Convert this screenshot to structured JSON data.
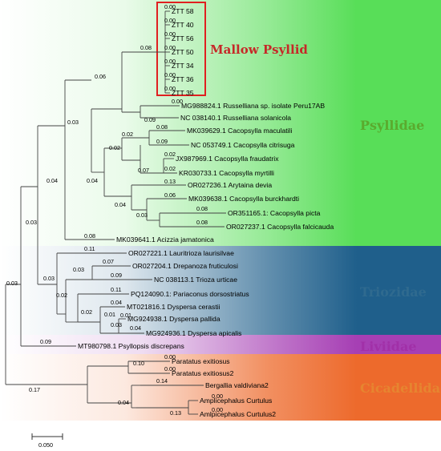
{
  "colors": {
    "psyllidae_band": "#4fdc4f",
    "triozidae_band": "#1f5f8b",
    "liviidae_band": "#a63fb4",
    "cicadellidae_band": "#ed6a2c",
    "highlight_box": "#e02020",
    "mallow_text": "#c62828",
    "psyllidae_text": "#5aaa2e",
    "triozidae_text": "#2f6a8f",
    "liviidae_text": "#a130a8",
    "cicadellidae_text": "#e68530"
  },
  "clades": {
    "mallow_psyllid": "Mallow Psyllid",
    "psyllidae": "Psyllidae",
    "triozidae": "Triozidae",
    "liviidae": "Liviidae",
    "cicadellidae": "Cicadellidae"
  },
  "scale_bar": {
    "label": "0.050"
  },
  "tree": {
    "leaves": [
      {
        "name": "ZTT 58",
        "length": "0.00"
      },
      {
        "name": "ZTT 40",
        "length": "0.00"
      },
      {
        "name": "ZTT 56",
        "length": "0.00"
      },
      {
        "name": "ZTT 50",
        "length": "0.00"
      },
      {
        "name": "ZTT 34",
        "length": "0.00"
      },
      {
        "name": "ZTT 36",
        "length": "0.00"
      },
      {
        "name": "ZTT 35",
        "length": "0.00"
      },
      {
        "name": "MG988824.1 Russelliana sp. isolate Peru17AB",
        "length": "0.00"
      },
      {
        "name": "NC 038140.1 Russelliana solanicola",
        "length": "0.09"
      },
      {
        "name": "MK039629.1 Cacopsylla maculatili",
        "length": "0.08"
      },
      {
        "name": "NC 053749.1 Cacopsylla citrisuga",
        "length": "0.09"
      },
      {
        "name": "JX987969.1 Cacopsylla fraudatrix",
        "length": "0.02"
      },
      {
        "name": "KR030733.1 Cacopsylla myrtilli",
        "length": "0.02"
      },
      {
        "name": "OR027236.1 Arytaina devia",
        "length": "0.13"
      },
      {
        "name": "MK039638.1 Cacopsylla burckhardti",
        "length": "0.06"
      },
      {
        "name": "OR351165.1: Cacopsylla picta",
        "length": "0.08"
      },
      {
        "name": "OR027237.1 Cacopsylla falcicauda",
        "length": "0.08"
      },
      {
        "name": "MK039641.1 Acizzia jamatonica",
        "length": "0.08"
      },
      {
        "name": "OR027221.1 Lauritrioza laurisilvae",
        "length": "0.11"
      },
      {
        "name": "OR027204.1 Drepanoza fruticulosi",
        "length": "0.07"
      },
      {
        "name": "NC 038113.1 Trioza urticae",
        "length": "0.09"
      },
      {
        "name": "PQ124090.1: Pariaconus dorsostriatus",
        "length": "0.11"
      },
      {
        "name": "MT021816.1 Dyspersa cerastii",
        "length": "0.04"
      },
      {
        "name": "MG924938.1 Dyspersa pallida",
        "length": "0.01"
      },
      {
        "name": "MG924936.1 Dyspersa apicalis",
        "length": "0.04"
      },
      {
        "name": "MT980798.1 Psyllopsis discrepans",
        "length": "0.09"
      },
      {
        "name": "Paratatus exitiosus",
        "length": "0.00"
      },
      {
        "name": "Paratatus exitiosus2",
        "length": "0.00"
      },
      {
        "name": "Bergallia valdiviana2",
        "length": "0.14"
      },
      {
        "name": "Amplicephalus Curtulus",
        "length": "0.00"
      },
      {
        "name": "Amlpicephalus Curtulus2",
        "length": "0.00"
      }
    ],
    "internal_lengths": [
      "0.08",
      "0.06",
      "0.03",
      "0.02",
      "0.02",
      "0.07",
      "0.04",
      "0.04",
      "0.03",
      "0.04",
      "0.03",
      "0.03",
      "0.03",
      "0.02",
      "0.02",
      "0.01",
      "0.03",
      "0.03",
      "0.10",
      "0.13",
      "0.04",
      "0.17"
    ]
  }
}
